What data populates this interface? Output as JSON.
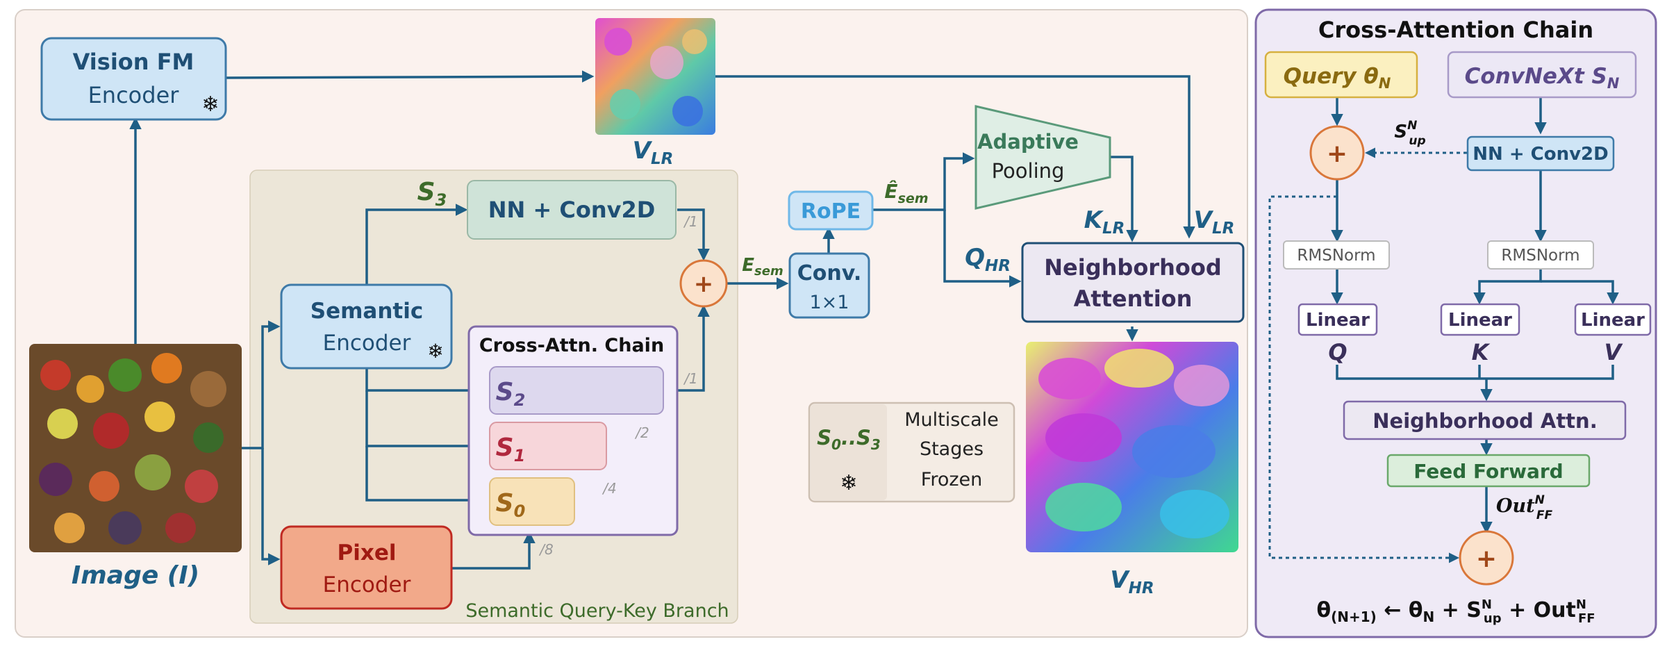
{
  "vision_fm": {
    "title": "Vision FM",
    "subtitle": "Encoder"
  },
  "image_label": "Image (I)",
  "v_lr": {
    "main": "V",
    "sub": "LR"
  },
  "v_hr": {
    "main": "V",
    "sub": "HR"
  },
  "semantic_encoder": {
    "title": "Semantic",
    "subtitle": "Encoder"
  },
  "pixel_encoder": {
    "title": "Pixel",
    "subtitle": "Encoder"
  },
  "nn_conv": "NN + Conv2D",
  "branch_label": "Semantic Query-Key Branch",
  "cross_attn_chain_small": "Cross-Attn. Chain",
  "s3": {
    "main": "S",
    "sub": "3"
  },
  "s2": {
    "main": "S",
    "sub": "2"
  },
  "s1": {
    "main": "S",
    "sub": "1"
  },
  "s0": {
    "main": "S",
    "sub": "0"
  },
  "scales": {
    "s3": "/1",
    "s2": "/1",
    "s1": "/2",
    "s0": "/4",
    "pixel": "/8"
  },
  "plus": "+",
  "e_sem": {
    "main": "E",
    "sub": "sem"
  },
  "e_hat_sem": {
    "main": "Ê",
    "sub": "sem"
  },
  "conv": {
    "title": "Conv.",
    "subtitle": "1×1"
  },
  "rope": "RoPE",
  "pooling": {
    "title": "Adaptive",
    "subtitle": "Pooling"
  },
  "k_lr": {
    "main": "K",
    "sub": "LR"
  },
  "q_hr": {
    "main": "Q",
    "sub": "HR"
  },
  "v_lr_in": {
    "main": "V",
    "sub": "LR"
  },
  "neighborhood_attention": {
    "line1": "Neighborhood",
    "line2": "Attention"
  },
  "legend": {
    "stages": "S",
    "s0": "0",
    "dots": "..",
    "s3": "3",
    "line1": "Multiscale",
    "line2": "Stages",
    "line3": "Frozen"
  },
  "snowflake": "❄",
  "right_panel": {
    "title": "Cross-Attention Chain",
    "query": {
      "label": "Query ",
      "theta": "θ",
      "sub": "N"
    },
    "convnext": {
      "label": "ConvNeXt ",
      "s": "S",
      "sub": "N"
    },
    "s_up": {
      "main": "S",
      "sup": "N",
      "sub": "up"
    },
    "nn_conv": "NN + Conv2D",
    "rmsnorm": "RMSNorm",
    "linear": "Linear",
    "q": "Q",
    "k": "K",
    "v": "V",
    "neighborhood_attn": "Neighborhood Attn.",
    "feed_forward": "Feed Forward",
    "out_ff": {
      "main": "Out",
      "sup": "N",
      "sub": "FF"
    },
    "equation": {
      "theta": "θ",
      "sub_n1": "(N+1)",
      "arrow": " ← ",
      "theta2": "θ",
      "sub_n": "N",
      "plus1": " + ",
      "s": "S",
      "s_sup": "N",
      "s_sub": "up",
      "plus2": " + ",
      "out": "Out",
      "out_sup": "N",
      "out_sub": "FF"
    }
  },
  "colors": {
    "blue": "#1f5f86",
    "green_text": "#3d6b2a",
    "orange": "#d9773a",
    "purple": "#5b4a8a"
  }
}
